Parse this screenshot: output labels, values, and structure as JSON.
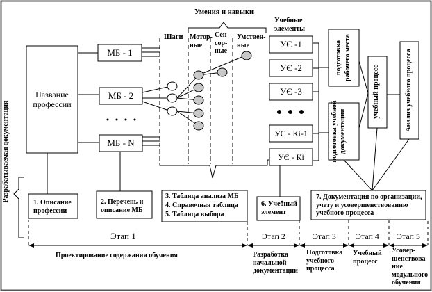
{
  "diagram": {
    "profession_box": "Название профессии",
    "mb_items": [
      "МБ - 1",
      "МБ - 2",
      "МБ - N"
    ],
    "mb_ellipsis": "• • • •",
    "skills_header": "Умения и навыки",
    "column_steps": "Шаги",
    "column_motor": "Мотор-ные",
    "column_sensory": "Сен-сор-ные",
    "column_mental": "Умствен-ные",
    "learning_elements_header": "Учебные элементы",
    "ue_items": [
      "УЄ -1",
      "УЄ -2",
      "УЄ -3",
      "УЄ - Кi-1",
      "УЄ - Кi"
    ],
    "ue_ellipsis": "• • •",
    "prep_workplace": "подготовка рабочего места",
    "prep_docs": "подготовка учебной документации",
    "learning_process": "учебный процесс",
    "process_analysis": "Анализ учебного процесса",
    "side_label": "Разрабатываемая документация",
    "docs": {
      "d1": "1. Описание профессии",
      "d2": "2. Перечень и описание МБ",
      "d3": [
        "3. Таблица анализа МБ",
        "4. Справочная таблица",
        "5. Таблица выбора"
      ],
      "d6": "6. Учебный элемент",
      "d7": "7. Документация по организации, учету и усовершенствованию учебного процесса"
    },
    "stages": [
      {
        "label": "Этап 1",
        "description": "Проектирование содержания обучения"
      },
      {
        "label": "Этап 2",
        "description": "Разработка начальной документации"
      },
      {
        "label": "Этап 3",
        "description": "Подготовка учебного процесса"
      },
      {
        "label": "Этап 4",
        "description": "Учебный процесс"
      },
      {
        "label": "Этап 5",
        "description": "Усовер-шенствова-ние модульного обучения"
      }
    ]
  }
}
